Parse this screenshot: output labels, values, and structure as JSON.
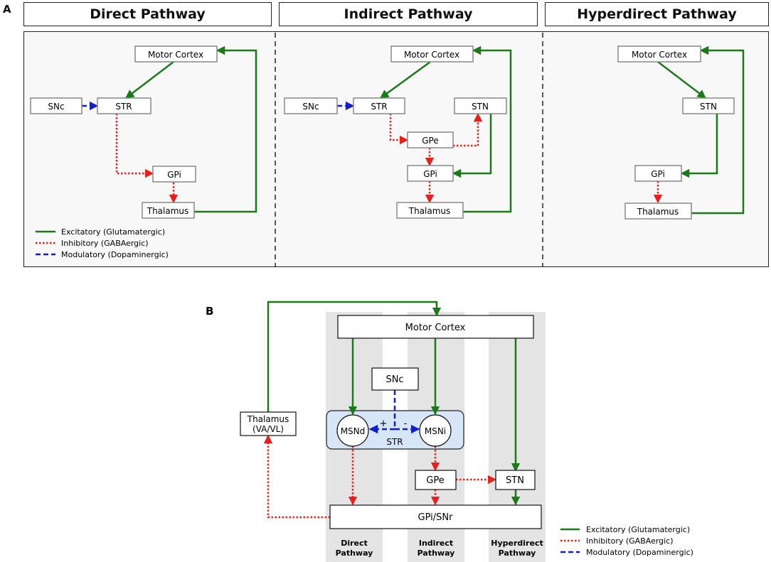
{
  "panel_a": {
    "label": "A",
    "headers": [
      "Direct Pathway",
      "Indirect Pathway",
      "Hyperdirect Pathway"
    ],
    "direct": {
      "motor_cortex": "Motor Cortex",
      "snc": "SNc",
      "str": "STR",
      "gpi": "GPi",
      "thalamus": "Thalamus"
    },
    "indirect": {
      "motor_cortex": "Motor Cortex",
      "snc": "SNc",
      "str": "STR",
      "stn": "STN",
      "gpe": "GPe",
      "gpi": "GPi",
      "thalamus": "Thalamus"
    },
    "hyperdirect": {
      "motor_cortex": "Motor Cortex",
      "stn": "STN",
      "gpi": "GPi",
      "thalamus": "Thalamus"
    },
    "legend": {
      "excitatory": "Excitatory (Glutamatergic)",
      "inhibitory": "Inhibitory (GABAergic)",
      "modulatory": "Modulatory (Dopaminergic)"
    }
  },
  "panel_b": {
    "label": "B",
    "motor_cortex": "Motor Cortex",
    "snc": "SNc",
    "msnd": "MSNd",
    "msni": "MSNi",
    "plus": "+",
    "minus": "-",
    "str": "STR",
    "thalamus_line1": "Thalamus",
    "thalamus_line2": "(VA/VL)",
    "gpe": "GPe",
    "stn": "STN",
    "gpi_snr": "GPi/SNr",
    "columns": [
      {
        "line1": "Direct",
        "line2": "Pathway"
      },
      {
        "line1": "Indirect",
        "line2": "Pathway"
      },
      {
        "line1": "Hyperdirect",
        "line2": "Pathway"
      }
    ],
    "legend": {
      "excitatory": "Excitatory (Glutamatergic)",
      "inhibitory": "Inhibitory (GABAergic)",
      "modulatory": "Modulatory (Dopaminergic)"
    }
  },
  "colors": {
    "excitatory": "#1a7a1a",
    "inhibitory": "#e8201c",
    "modulatory": "#1020c8",
    "str_fill": "#d6e6f7",
    "column_shade": "#e4e4e4"
  }
}
